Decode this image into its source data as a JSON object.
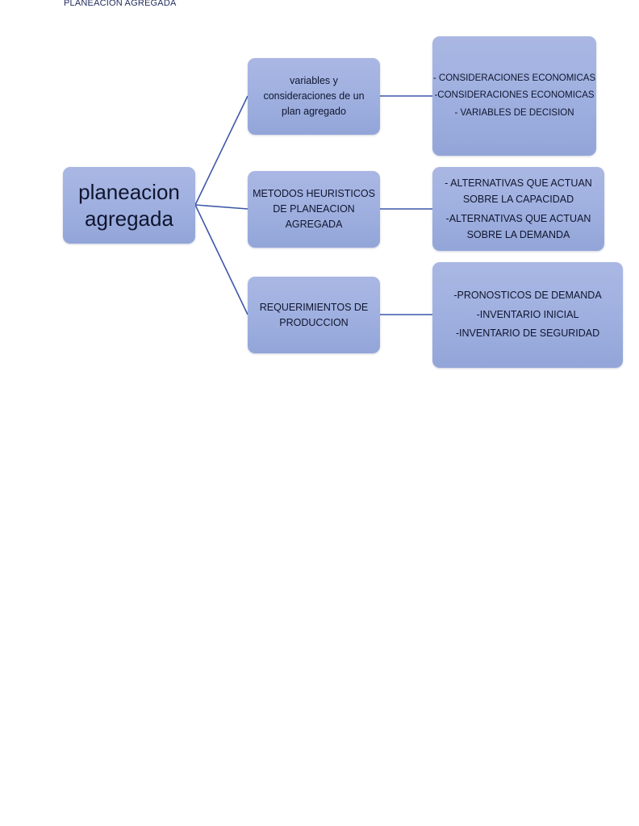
{
  "header": {
    "title": "PLANEACION AGREGADA"
  },
  "colors": {
    "node_fill": "#9fb0e0",
    "connector": "#3d57a8",
    "text": "#10152e"
  },
  "diagram": {
    "root": {
      "lines": [
        "planeacion",
        "agregada"
      ]
    },
    "branches": [
      {
        "label_lines": [
          "variables y",
          "consideraciones de un",
          "plan agregado"
        ],
        "detail_lines": [
          "- CONSIDERACIONES ECONOMICAS",
          "-CONSIDERACIONES ECONOMICAS",
          "- VARIABLES DE DECISION"
        ]
      },
      {
        "label_lines": [
          "METODOS HEURISTICOS",
          "DE PLANEACION",
          "AGREGADA"
        ],
        "detail_lines": [
          "- ALTERNATIVAS QUE ACTUAN",
          "SOBRE LA CAPACIDAD",
          "-ALTERNATIVAS QUE ACTUAN",
          "SOBRE LA DEMANDA"
        ]
      },
      {
        "label_lines": [
          "REQUERIMIENTOS DE",
          "PRODUCCION"
        ],
        "detail_lines": [
          "-PRONOSTICOS DE DEMANDA",
          "-INVENTARIO INICIAL",
          "-INVENTARIO DE SEGURIDAD"
        ]
      }
    ]
  }
}
